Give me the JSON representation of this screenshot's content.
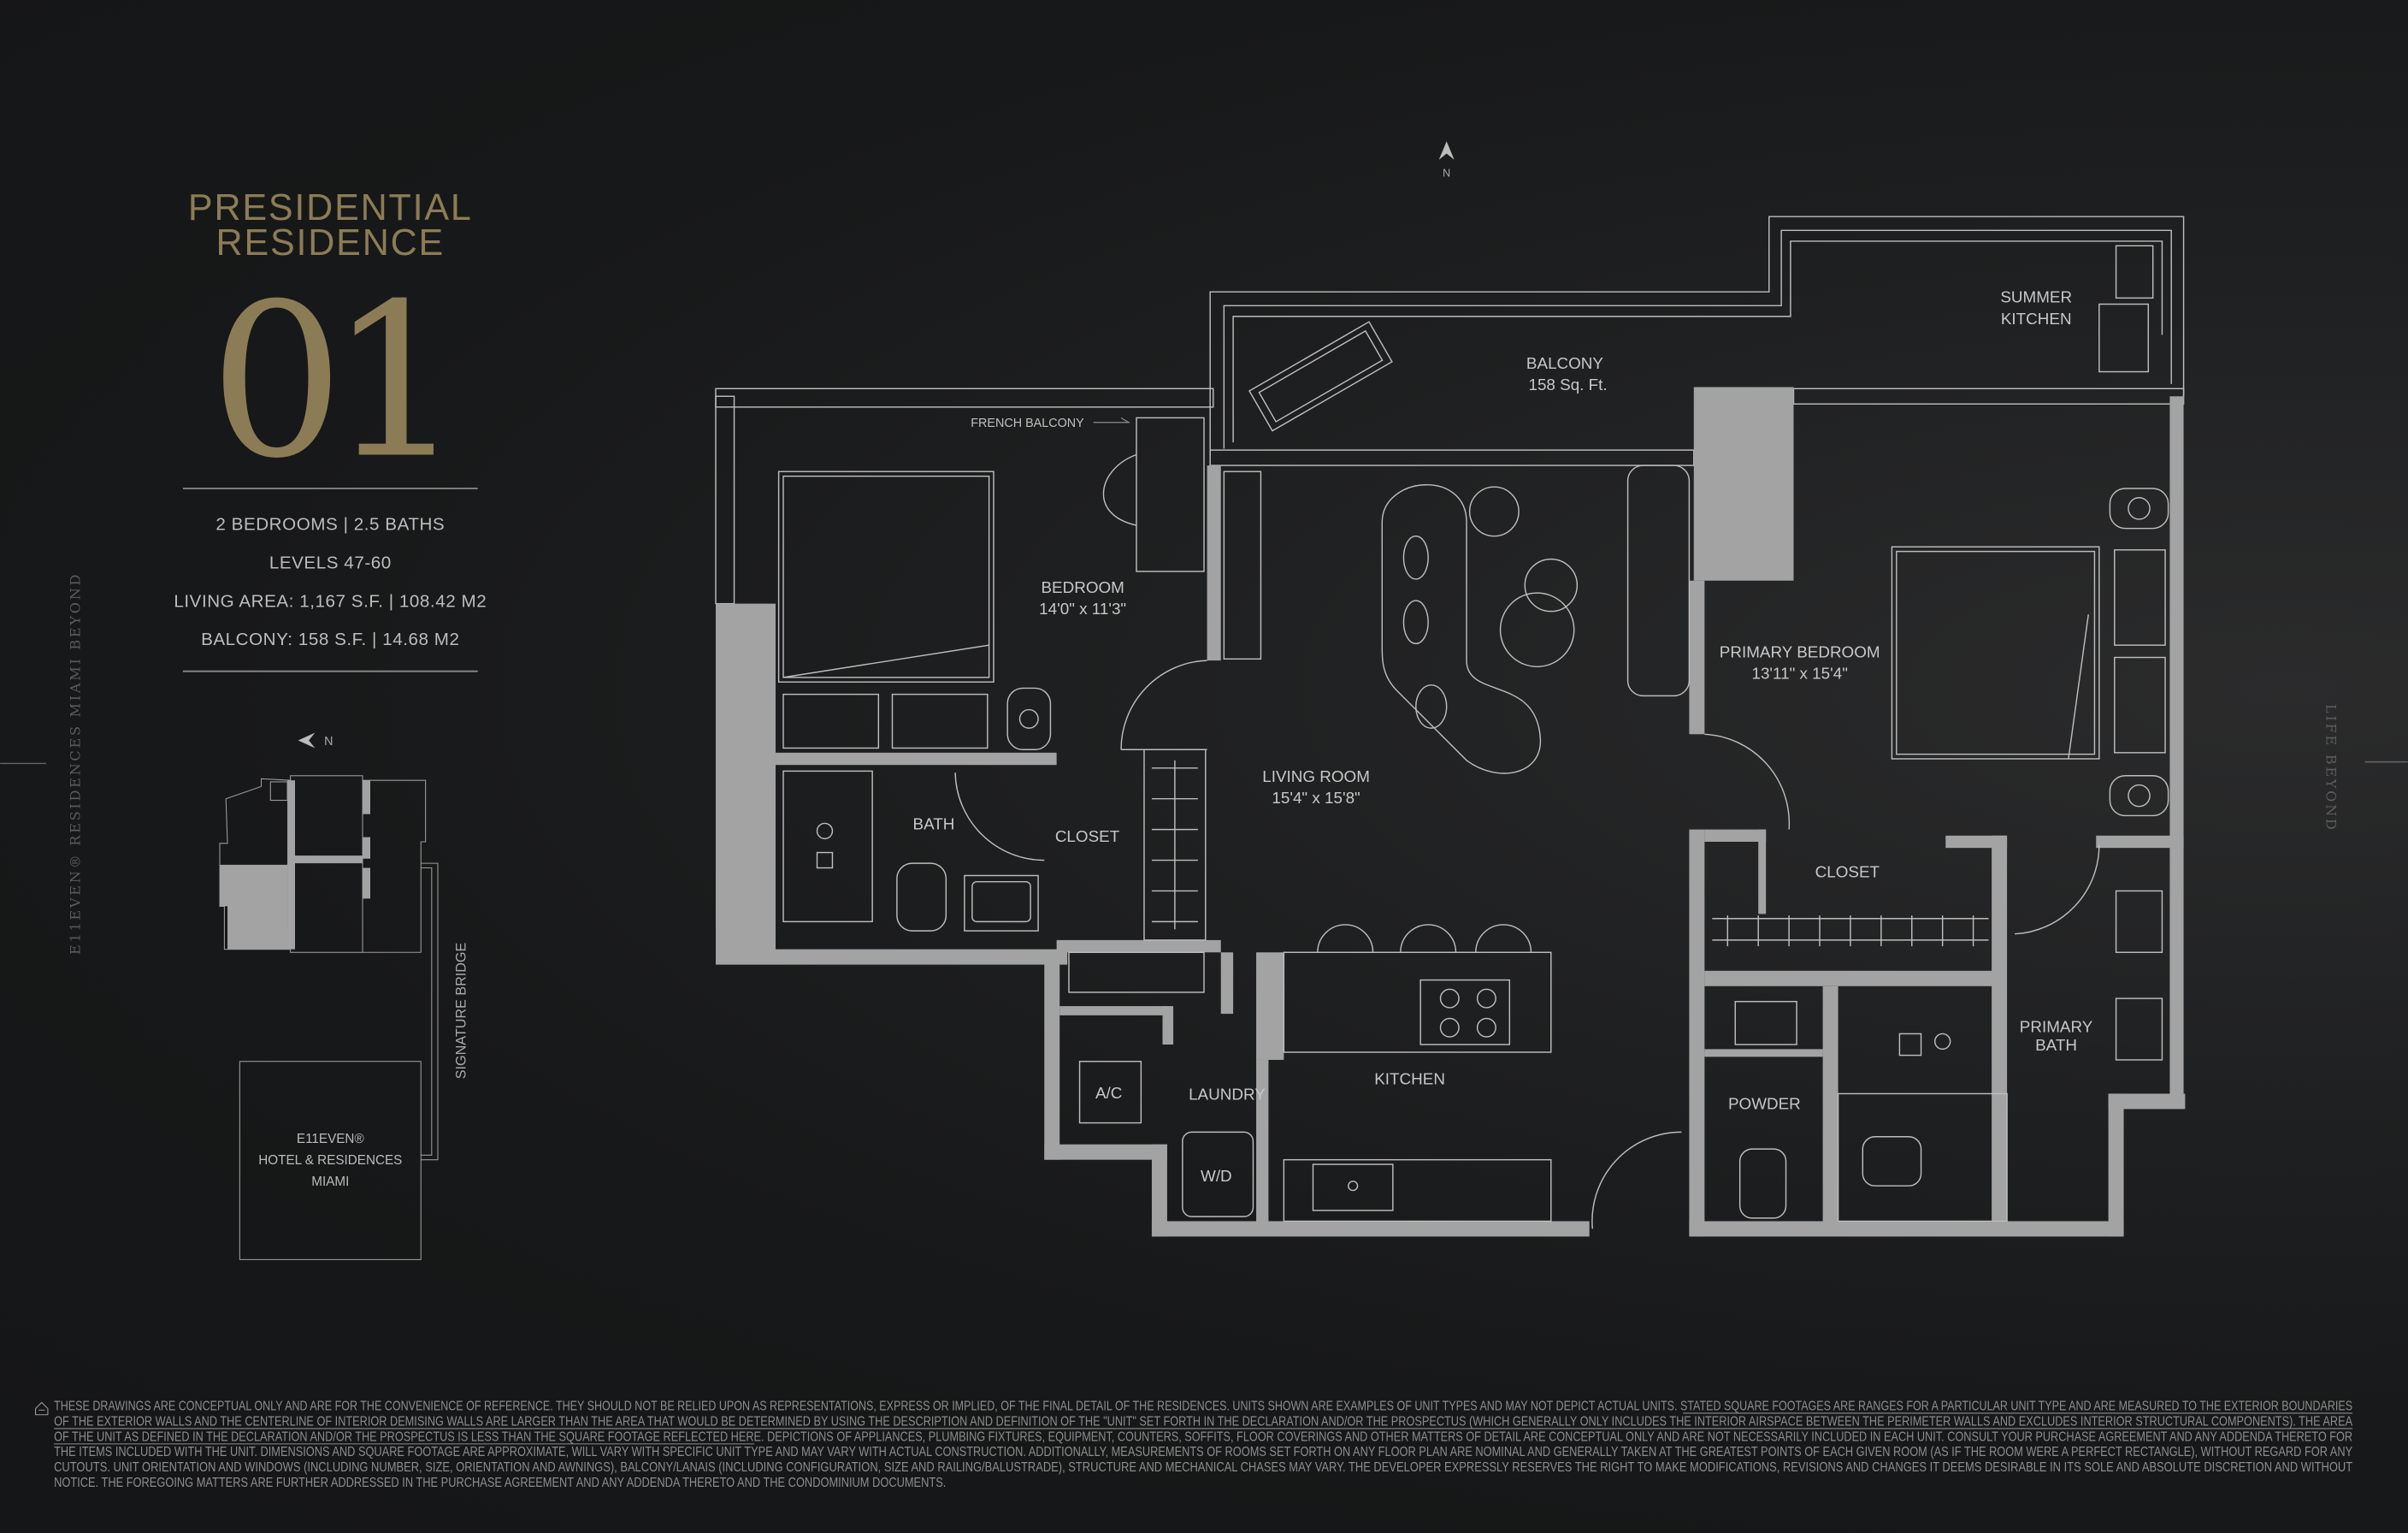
{
  "residence": {
    "title_line1": "PRESIDENTIAL",
    "title_line2": "RESIDENCE",
    "number": "01",
    "specs": {
      "bedrooms_baths": "2 BEDROOMS  |  2.5 BATHS",
      "levels": "LEVELS 47-60",
      "living_area": "LIVING AREA: 1,167 S.F.  |  108.42  M2",
      "balcony": "BALCONY: 158 S.F.  |  14.68  M2"
    }
  },
  "key_plan": {
    "north_label": "N",
    "bridge_label": "SIGNATURE BRIDGE",
    "building_line1": "E11EVEN®",
    "building_line2": "HOTEL & RESIDENCES",
    "building_line3": "MIAMI"
  },
  "side_text": {
    "left": "E11EVEN® RESIDENCES MIAMI BEYOND",
    "right": "LIFE BEYOND"
  },
  "floor_plan": {
    "north_label": "N",
    "french_balcony": "FRENCH BALCONY",
    "rooms": {
      "balcony": {
        "name": "BALCONY",
        "size": "158 Sq. Ft."
      },
      "summer_kitchen": {
        "line1": "SUMMER",
        "line2": "KITCHEN"
      },
      "bedroom": {
        "name": "BEDROOM",
        "size": "14'0\" x 11'3\""
      },
      "primary_bedroom": {
        "name": "PRIMARY BEDROOM",
        "size": "13'11\" x 15'4\""
      },
      "living_room": {
        "name": "LIVING ROOM",
        "size": "15'4\" x 15'8\""
      },
      "bath": "BATH",
      "closet": "CLOSET",
      "primary_closet": "CLOSET",
      "ac": "A/C",
      "laundry": "LAUNDRY",
      "wd": "W/D",
      "kitchen": "KITCHEN",
      "powder": "POWDER",
      "primary_bath": {
        "line1": "PRIMARY",
        "line2": "BATH"
      }
    }
  },
  "disclaimer": {
    "icon": "equal-housing-icon",
    "lines": [
      "THESE DRAWINGS ARE CONCEPTUAL ONLY AND ARE FOR THE CONVENIENCE OF REFERENCE. THEY SHOULD NOT BE RELIED UPON AS REPRESENTATIONS, EXPRESS OR IMPLIED, OF THE FINAL DETAIL OF THE RESIDENCES. UNITS SHOWN ARE EXAMPLES OF UNIT TYPES AND MAY NOT DEPICT ACTUAL UNITS. STATED SQUARE FOOTAGES ARE RANGES FOR A PARTICULAR UNIT TYPE AND ARE MEASURED TO THE EXTERIOR BOUNDARIES",
      "OF THE EXTERIOR WALLS AND THE CENTERLINE OF INTERIOR DEMISING WALLS ARE LARGER THAN THE AREA THAT WOULD BE DETERMINED BY USING THE DESCRIPTION AND DEFINITION OF THE \"UNIT\" SET FORTH IN THE DECLARATION AND/OR THE PROSPECTUS (WHICH GENERALLY ONLY INCLUDES THE INTERIOR AIRSPACE BETWEEN THE PERIMETER WALLS AND EXCLUDES INTERIOR STRUCTURAL COMPONENTS). THE AREA",
      "OF THE UNIT AS DEFINED IN THE DECLARATION AND/OR THE PROSPECTUS IS LESS THAN THE SQUARE FOOTAGE REFLECTED HERE. DEPICTIONS OF APPLIANCES, PLUMBING FIXTURES, EQUIPMENT, COUNTERS, SOFFITS, FLOOR COVERINGS AND OTHER MATTERS OF DETAIL ARE CONCEPTUAL ONLY AND ARE NOT NECESSARILY INCLUDED IN EACH UNIT. CONSULT YOUR PURCHASE AGREEMENT AND ANY ADDENDA THERETO FOR",
      "THE ITEMS INCLUDED WITH THE UNIT. DIMENSIONS AND SQUARE FOOTAGE ARE APPROXIMATE, WILL VARY WITH SPECIFIC UNIT TYPE AND MAY VARY WITH ACTUAL CONSTRUCTION. ADDITIONALLY, MEASUREMENTS OF ROOMS SET FORTH ON ANY FLOOR PLAN ARE NOMINAL AND GENERALLY TAKEN AT THE GREATEST POINTS OF EACH GIVEN ROOM (AS IF THE ROOM WERE A PERFECT RECTANGLE), WITHOUT REGARD FOR ANY",
      "CUTOUTS. UNIT ORIENTATION AND WINDOWS (INCLUDING NUMBER, SIZE, ORIENTATION AND AWNINGS), BALCONY/LANAIS (INCLUDING CONFIGURATION, SIZE AND RAILING/BALUSTRADE), STRUCTURE AND MECHANICAL CHASES MAY VARY. THE DEVELOPER EXPRESSLY RESERVES THE RIGHT TO MAKE MODIFICATIONS, REVISIONS AND CHANGES IT DEEMS DESIRABLE IN ITS SOLE AND ABSOLUTE DISCRETION AND WITHOUT",
      "NOTICE. THE FOREGOING MATTERS ARE FURTHER ADDRESSED IN THE PURCHASE AGREEMENT AND ANY ADDENDA THERETO AND THE CONDOMINIUM DOCUMENTS."
    ]
  },
  "colors": {
    "background": "#151617",
    "gold": "#8c7c55",
    "wall": "#a3a3a3",
    "text": "#bdbdbd"
  }
}
